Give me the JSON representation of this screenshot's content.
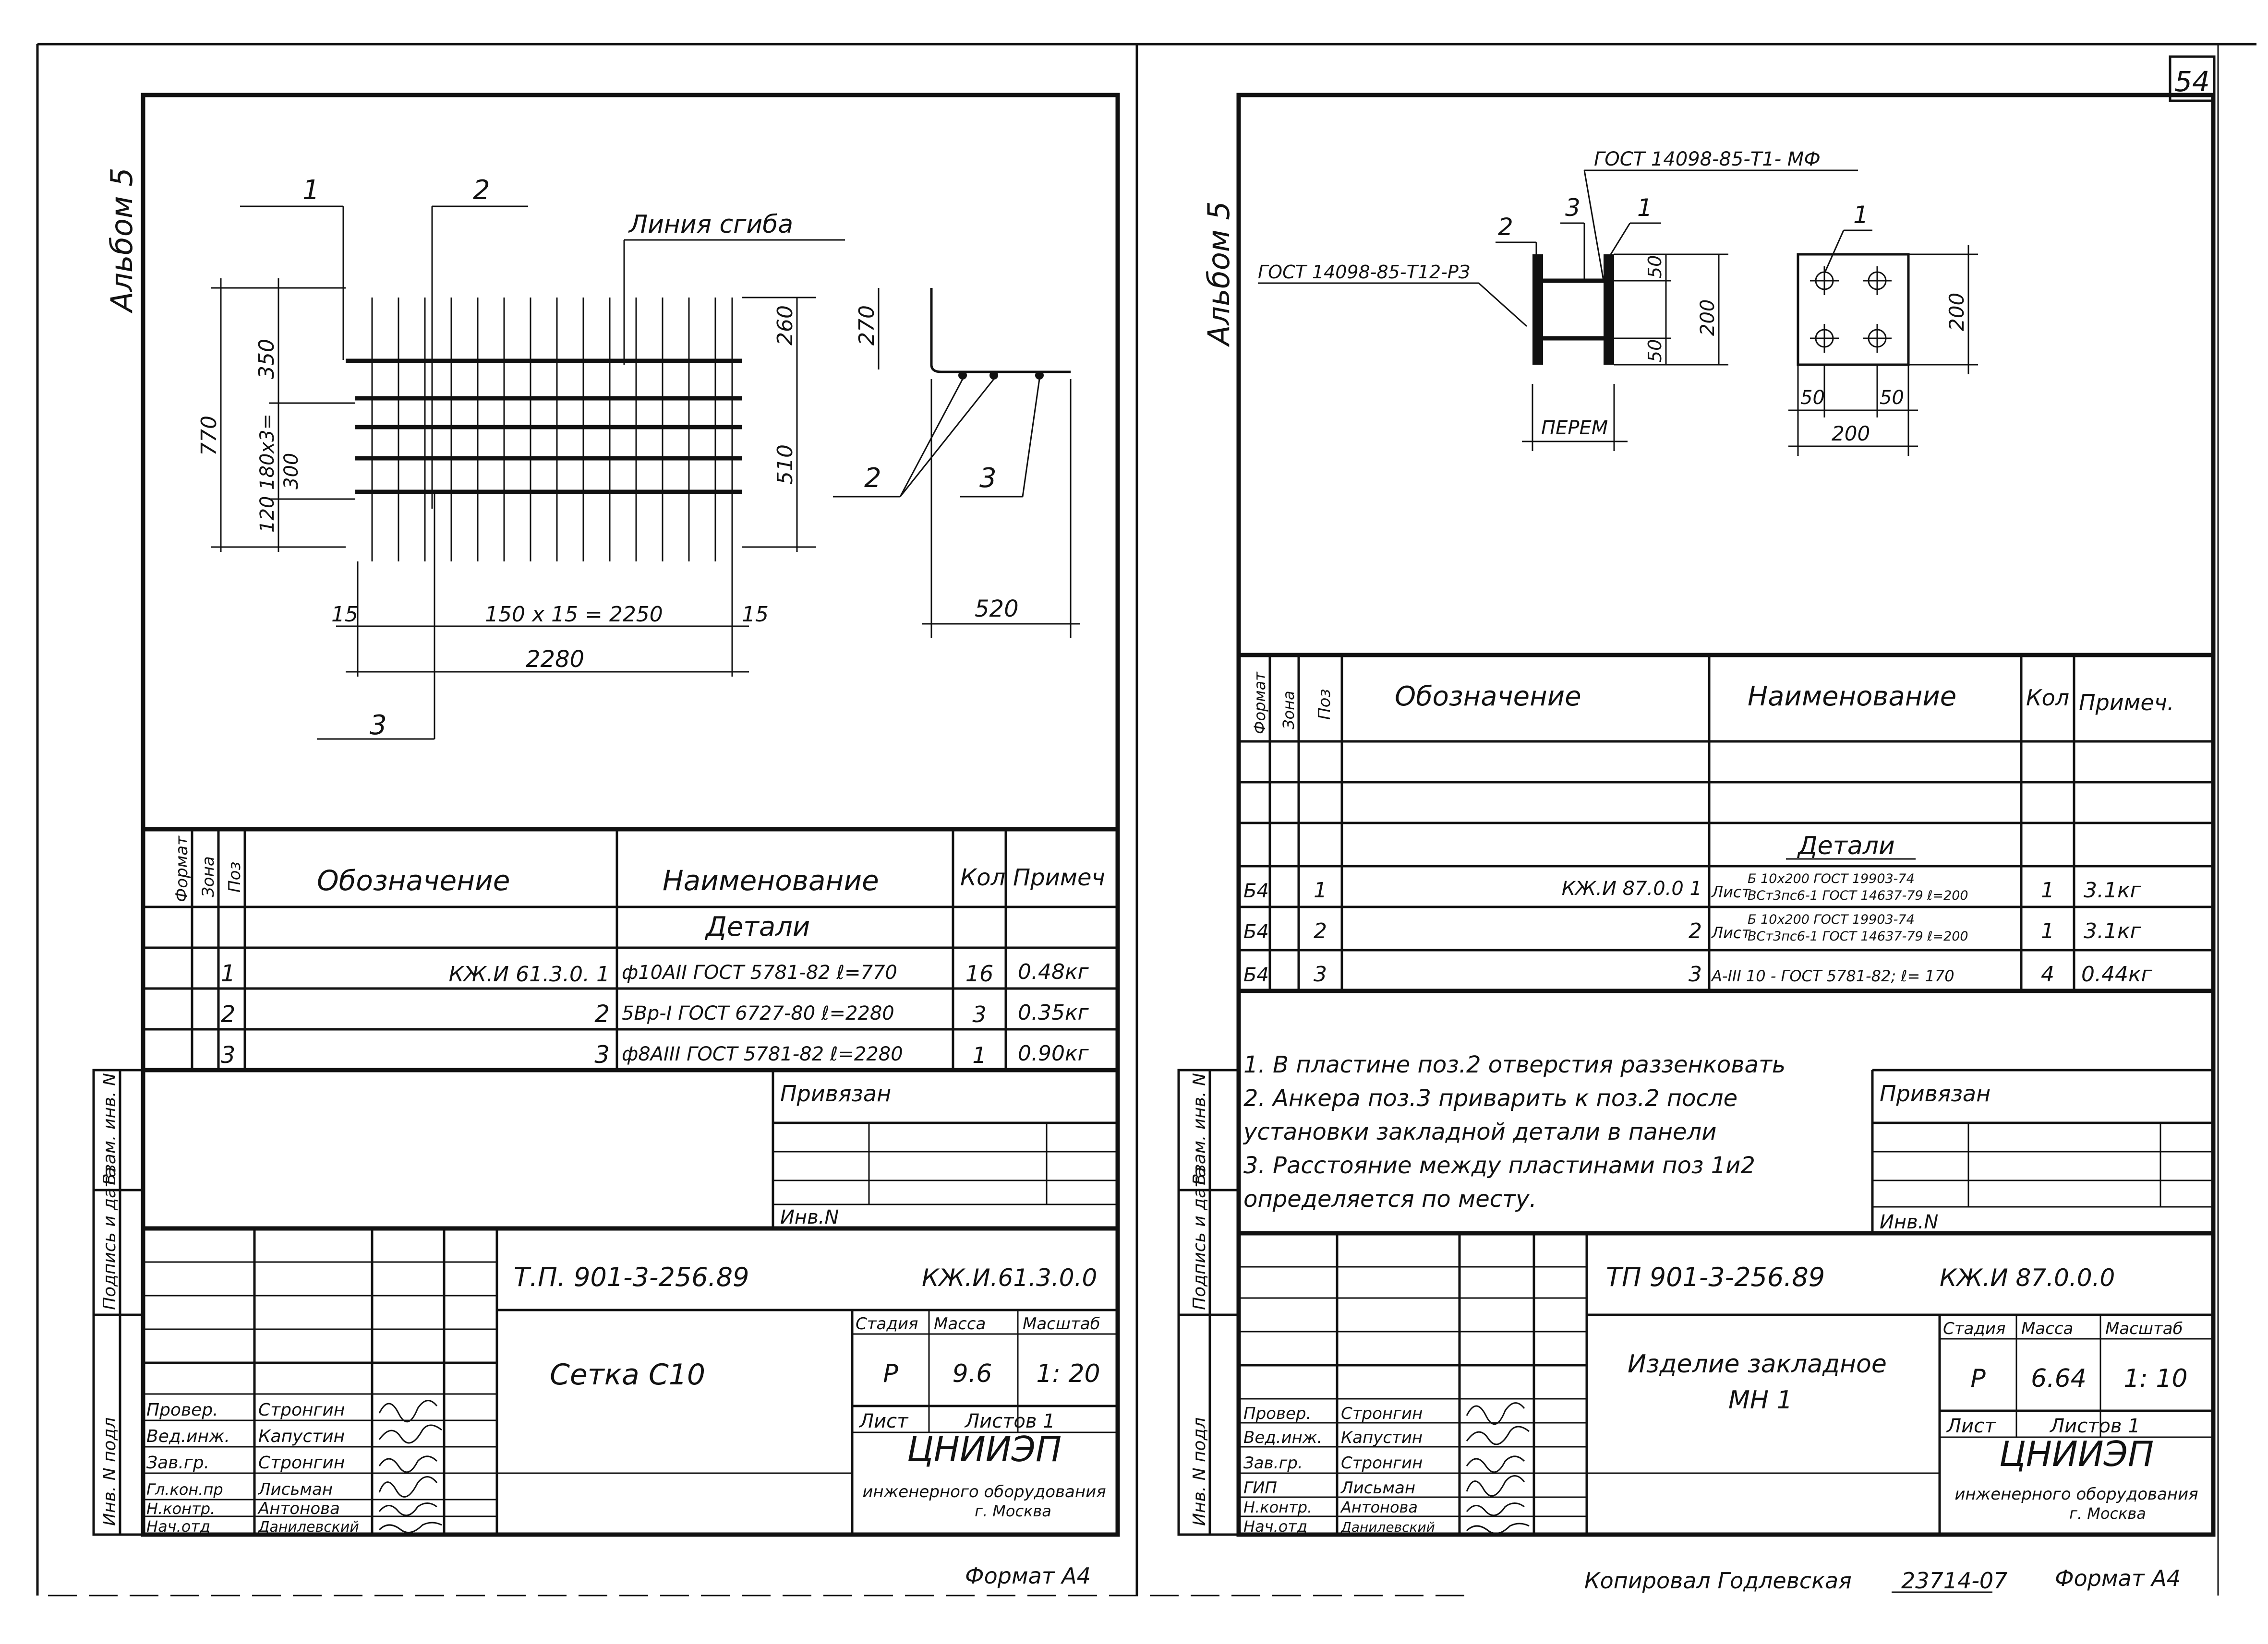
{
  "page": {
    "number": "54",
    "copied_by": "Копировал  Годлевская",
    "order_no": "23714-07"
  },
  "left": {
    "album": "Альбом 5",
    "callouts": [
      "1",
      "2",
      "Линия сгиба",
      "3"
    ],
    "dims": {
      "d350": "350",
      "d770": "770",
      "d300": "300",
      "d120": "120 180x3=",
      "d260": "260",
      "d270": "270",
      "d510": "510",
      "d15a": "15",
      "d2250": "150 x 15 = 2250",
      "d15b": "15",
      "d2280": "2280",
      "d520": "520"
    },
    "section_callouts": [
      "2",
      "3"
    ],
    "spec": {
      "headers": {
        "format": "Формат",
        "zone": "Зона",
        "pos": "Поз",
        "designation": "Обозначение",
        "name": "Наименование",
        "qty": "Кол",
        "note": "Примеч"
      },
      "section": "Детали",
      "rows": [
        {
          "pos": "1",
          "designation": "КЖ.И 61.3.0. 1",
          "name": "ф10АII  ГОСТ 5781-82  ℓ=770",
          "qty": "16",
          "note": "0.48кг"
        },
        {
          "pos": "2",
          "designation": "2",
          "name": "5Вр-I  ГОСТ 6727-80  ℓ=2280",
          "qty": "3",
          "note": "0.35кг"
        },
        {
          "pos": "3",
          "designation": "3",
          "name": "ф8АIII  ГОСТ 5781-82  ℓ=2280",
          "qty": "1",
          "note": "0.90кг"
        }
      ]
    },
    "privyazan": "Привязан",
    "inv_no": "Инв.N",
    "margin_labels": [
      "Взам. инв. N",
      "Подпись и дата",
      "Инв. N подл"
    ],
    "title_block": {
      "project": "Т.П. 901-3-256.89",
      "code": "КЖ.И.61.3.0.0",
      "title": "Сетка С10",
      "stage_h": "Стадия",
      "mass_h": "Масса",
      "scale_h": "Масштаб",
      "stage": "Р",
      "mass": "9.6",
      "scale": "1: 20",
      "sheet_h": "Лист",
      "sheets_h": "Листов 1",
      "org": "ЦНИИЭП",
      "org_sub": "инженерного оборудования",
      "city": "г. Москва",
      "roles": [
        "Провер.",
        "Вед.инж.",
        "Зав.гр.",
        "Гл.кон.пр",
        "Н.контр.",
        "Нач.отд"
      ],
      "names": [
        "Стронгин",
        "Капустин",
        "Стронгин",
        "Лисьман",
        "Антонова",
        "Данилевский"
      ]
    },
    "format": "Формат А4"
  },
  "right": {
    "album": "Альбом 5",
    "gost_top": "ГОСТ 14098-85-Т1- МФ",
    "gost_left": "ГОСТ 14098-85-Т12-РЗ",
    "callouts": [
      "2",
      "3",
      "1"
    ],
    "plan_callout": "1",
    "dims": {
      "d50a": "50",
      "d200a": "200",
      "d50b": "50",
      "d200b": "200",
      "d50c": "50",
      "d50d": "50",
      "d200c": "200"
    },
    "perem": "ПЕРЕМ",
    "spec": {
      "headers": {
        "format": "Формат",
        "zone": "Зона",
        "pos": "Поз",
        "designation": "Обозначение",
        "name": "Наименование",
        "qty": "Кол",
        "note": "Примеч."
      },
      "section": "Детали",
      "rows": [
        {
          "format": "Б4",
          "pos": "1",
          "designation": "КЖ.И 87.0.0  1",
          "name_a": "Лист",
          "name_b": "Б 10х200 ГОСТ 19903-74",
          "name_c": "ВСт3пс6-1 ГОСТ 14637-79  ℓ=200",
          "qty": "1",
          "note": "3.1кг"
        },
        {
          "format": "Б4",
          "pos": "2",
          "designation": "2",
          "name_a": "Лист",
          "name_b": "Б 10х200 ГОСТ 19903-74",
          "name_c": "ВСт3пс6-1 ГОСТ 14637-79  ℓ=200",
          "qty": "1",
          "note": "3.1кг"
        },
        {
          "format": "Б4",
          "pos": "3",
          "designation": "3",
          "name_a": "А-III 10 - ГОСТ 5781-82;  ℓ= 170",
          "name_b": "",
          "name_c": "",
          "qty": "4",
          "note": "0.44кг"
        }
      ]
    },
    "notes": [
      "1. В пластине поз.2 отверстия раззенковать",
      "2. Анкера поз.3 приварить к поз.2 после",
      "   установки закладной детали в панели",
      "3. Расстояние между пластинами поз 1и2",
      "   определяется по месту."
    ],
    "privyazan": "Привязан",
    "inv_no": "Инв.N",
    "margin_labels": [
      "Взам. инв. N",
      "Подпись и дата",
      "Инв. N подл"
    ],
    "title_block": {
      "project": "ТП 901-3-256.89",
      "code": "КЖ.И 87.0.0.0",
      "title_1": "Изделие закладное",
      "title_2": "МН 1",
      "stage_h": "Стадия",
      "mass_h": "Масса",
      "scale_h": "Масштаб",
      "stage": "Р",
      "mass": "6.64",
      "scale": "1: 10",
      "sheet_h": "Лист",
      "sheets_h": "Листов 1",
      "org": "ЦНИИЭП",
      "org_sub": "инженерного оборудования",
      "city": "г. Москва",
      "roles": [
        "Провер.",
        "Вед.инж.",
        "Зав.гр.",
        "ГИП",
        "Н.контр.",
        "Нач.отд"
      ],
      "names": [
        "Стронгин",
        "Капустин",
        "Стронгин",
        "Лисьман",
        "Антонова",
        "Данилевский"
      ]
    },
    "format": "Формат А4"
  }
}
